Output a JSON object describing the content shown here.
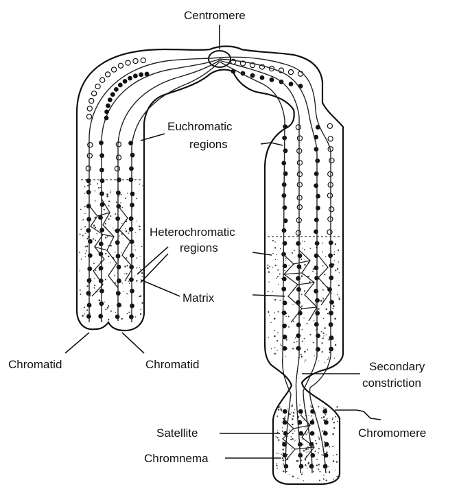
{
  "labels": {
    "centromere": "Centromere",
    "euchromatic_1": "Euchromatic",
    "euchromatic_2": "regions",
    "heterochromatic_1": "Heterochromatic",
    "heterochromatic_2": "regions",
    "matrix": "Matrix",
    "chromatid_left": "Chromatid",
    "chromatid_right": "Chromatid",
    "secondary_1": "Secondary",
    "secondary_2": "constriction",
    "satellite": "Satellite",
    "chromomere": "Chromomere",
    "chromonema": "Chromnema"
  }
}
